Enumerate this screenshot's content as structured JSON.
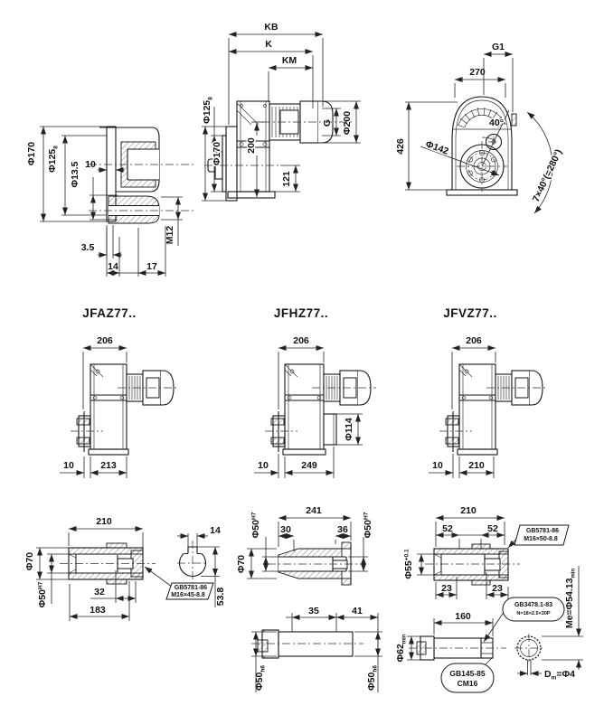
{
  "section_titles": {
    "jfaz": "JFAZ77..",
    "jfhz": "JFHZ77..",
    "jfvz": "JFVZ77.."
  },
  "flange_view": {
    "od": "Φ170",
    "spigot": "Φ125",
    "spigot_tol": "8",
    "hole": "Φ13.5",
    "plate_t": "10",
    "gap": "3.5",
    "w14": "14",
    "w17": "17",
    "thread": "M12"
  },
  "front_view": {
    "kb": "KB",
    "k": "K",
    "km": "KM",
    "g": "G",
    "motor_od": "Φ200",
    "spigot": "Φ125",
    "spigot_tol": "8",
    "od": "Φ170",
    "h200": "200",
    "h121": "121"
  },
  "rear_view": {
    "g1": "G1",
    "w270": "270",
    "h426": "426",
    "bolt_circle": "Φ142",
    "angle1": "40°",
    "angle2": "7×40°(=280°)"
  },
  "side_views": {
    "width206": "206",
    "offset10": "10",
    "jfaz_len": "213",
    "jfhz_len": "249",
    "jfvz_len": "210",
    "hub_d": "Φ114"
  },
  "hollow_shaft": {
    "len": "210",
    "od": "Φ70",
    "bore": "Φ50",
    "bore_tol": "H7",
    "l32": "32",
    "l183": "183",
    "key_w": "14",
    "key_h": "53.8",
    "bolt_note1": "GB5781-86",
    "bolt_note2": "M16×45-8.8"
  },
  "shrink_shaft": {
    "len": "241",
    "l30": "30",
    "l36": "36",
    "bore": "Φ50",
    "bore_tol": "H7",
    "od": "Φ70",
    "l35": "35",
    "l41": "41",
    "journal": "Φ50",
    "journal_tol": "h6"
  },
  "spline_shaft": {
    "len": "210",
    "l52": "52",
    "l23": "23",
    "bore": "Φ55",
    "bore_tol": "+0.1",
    "bolt_note1": "GB5781-86",
    "bolt_note2": "M16×50-8.8",
    "spline_note1": "GB3478.1-83",
    "spline_note2": "N=18×2.5×30P",
    "len160": "160",
    "hub": "Φ62",
    "hub_sub": "min",
    "center_note1": "GB145-85",
    "center_note2": "CM16",
    "me": "Me=Φ54.13",
    "me_sub": "min",
    "dm_d": "D",
    "dm_sub": "m",
    "dm_val": "=Φ4"
  }
}
